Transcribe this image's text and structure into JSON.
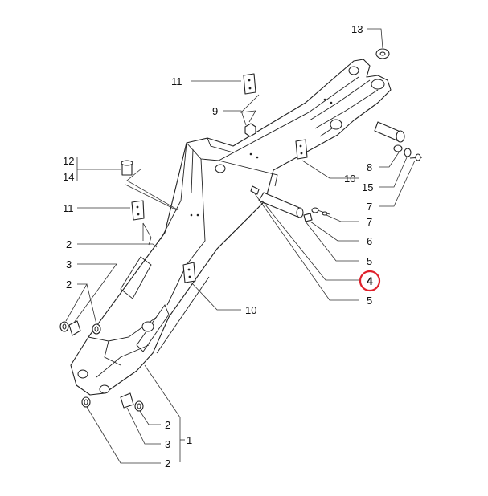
{
  "diagram": {
    "callouts": {
      "c13": "13",
      "c11_top": "11",
      "c9": "9",
      "c12": "12",
      "c14": "14",
      "c11_left": "11",
      "c2_left_top": "2",
      "c3_left": "3",
      "c2_left_mid": "2",
      "c8": "8",
      "c15": "15",
      "c7_right": "7",
      "c10_top": "10",
      "c7_mid": "7",
      "c6": "6",
      "c5_upper": "5",
      "c4": "4",
      "c5_lower": "5",
      "c10_bottom": "10",
      "c2_bot_upper": "2",
      "c3_bot": "3",
      "c1": "1",
      "c2_bot_lower": "2"
    },
    "highlight": {
      "part_number": "4",
      "ring_color": "#e0202a"
    }
  }
}
